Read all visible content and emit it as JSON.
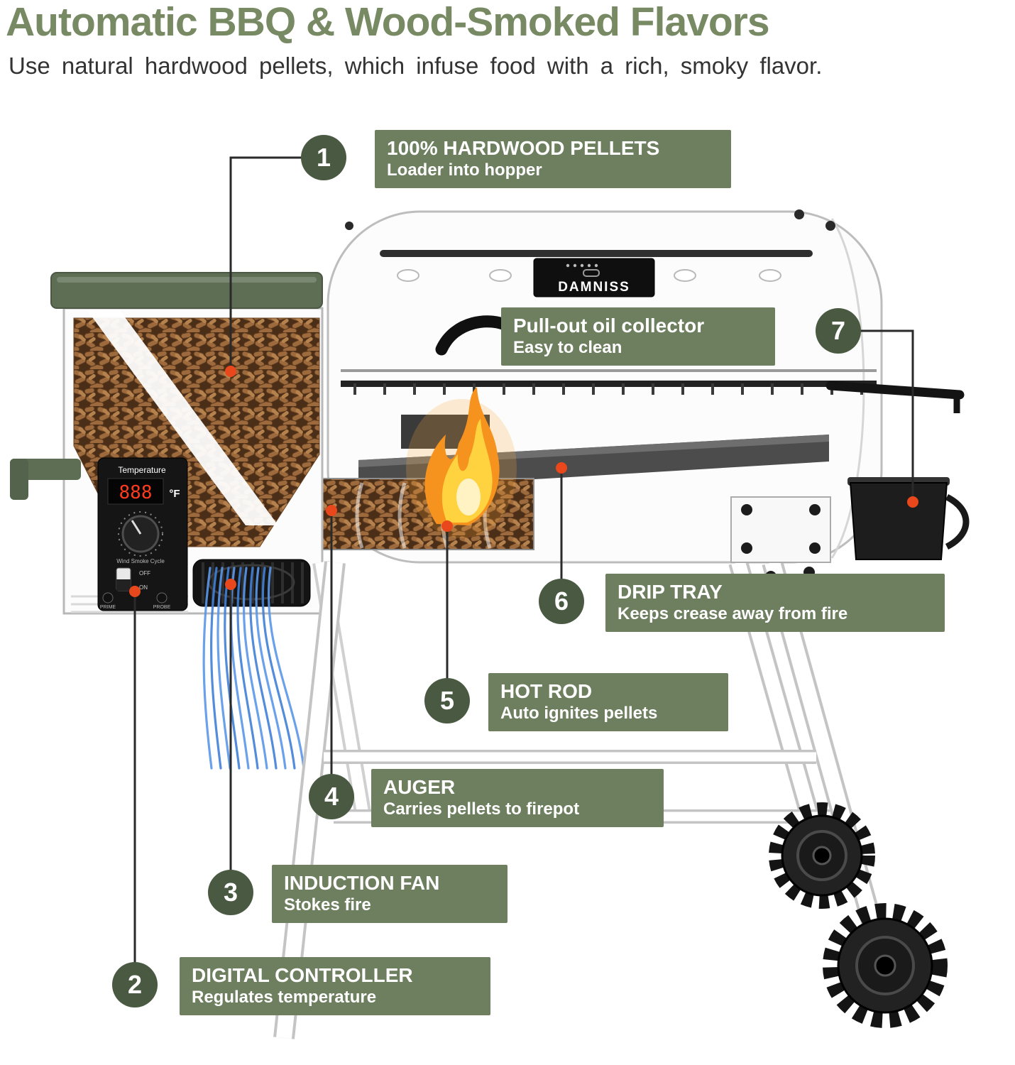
{
  "header": {
    "title": "Automatic BBQ & Wood-Smoked Flavors",
    "subtitle": "Use natural hardwood pellets, which infuse food with a rich, smoky flavor."
  },
  "grill": {
    "brand": "DAMNISS",
    "controller": {
      "label": "Temperature",
      "display": "888",
      "unit": "°F",
      "knob_label": "Wind Smoke Cycle",
      "switch_off": "OFF",
      "switch_on": "ON",
      "button_prime": "PRIME",
      "button_probe": "PROBE"
    }
  },
  "callouts": [
    {
      "number": "1",
      "title": "100% HARDWOOD PELLETS",
      "subtitle": "Loader into hopper"
    },
    {
      "number": "2",
      "title": "DIGITAL CONTROLLER",
      "subtitle": "Regulates temperature"
    },
    {
      "number": "3",
      "title": "INDUCTION FAN",
      "subtitle": "Stokes fire"
    },
    {
      "number": "4",
      "title": "AUGER",
      "subtitle": "Carries pellets to firepot"
    },
    {
      "number": "5",
      "title": "HOT ROD",
      "subtitle": "Auto ignites pellets"
    },
    {
      "number": "6",
      "title": "DRIP TRAY",
      "subtitle": "Keeps crease away from fire"
    },
    {
      "number": "7",
      "title": "Pull-out oil collector",
      "subtitle": "Easy to clean"
    }
  ],
  "colors": {
    "title_green": "#788a63",
    "label_green": "#6e7f5f",
    "badge_green": "#4a5941",
    "dot_orange": "#e8481b",
    "airflow_blue": "#4d8ee6",
    "lid_green": "#5d6e55"
  }
}
